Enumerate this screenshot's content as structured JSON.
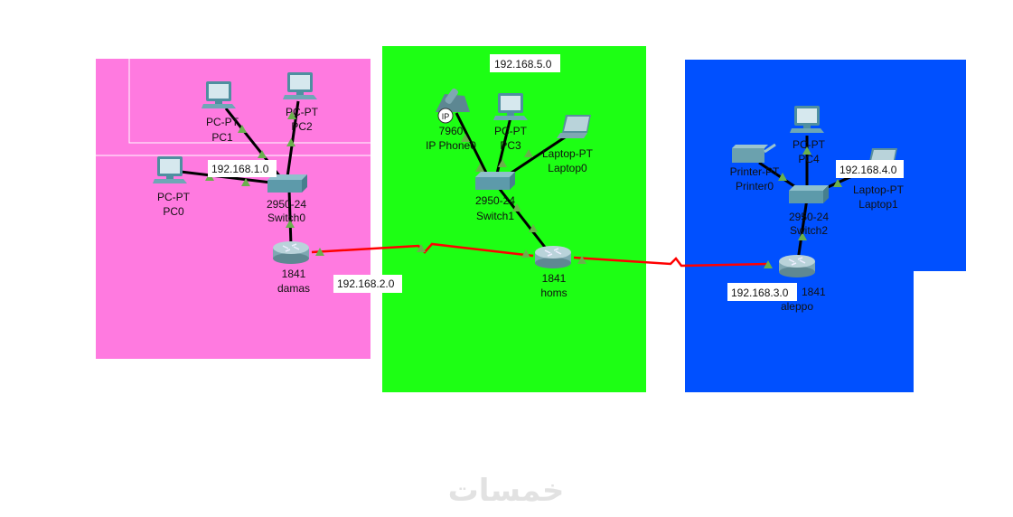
{
  "colors": {
    "zone_damas": "#ff7ae0",
    "zone_homs": "#1dff14",
    "zone_aleppo": "#0050ff",
    "serial_link": "#ff0000",
    "ethernet_link": "#000000",
    "port_up": "#6ab04c"
  },
  "notes": {
    "net1": "192.168.1.0",
    "net2": "192.168.2.0",
    "net3": "192.168.3.0",
    "net4": "192.168.4.0",
    "net5": "192.168.5.0"
  },
  "devices": {
    "pc0": {
      "model": "PC-PT",
      "name": "PC0",
      "icon": "pc-icon"
    },
    "pc1": {
      "model": "PC-PT",
      "name": "PC1",
      "icon": "pc-icon"
    },
    "pc2": {
      "model": "PC-PT",
      "name": "PC2",
      "icon": "pc-icon"
    },
    "switch0": {
      "model": "2950-24",
      "name": "Switch0",
      "icon": "switch-icon"
    },
    "damas": {
      "model": "1841",
      "name": "damas",
      "icon": "router-icon"
    },
    "phone0": {
      "model": "7960",
      "name": "IP Phone0",
      "icon": "ip-phone-icon",
      "badge": "IP"
    },
    "pc3": {
      "model": "PC-PT",
      "name": "PC3",
      "icon": "pc-icon"
    },
    "laptop0": {
      "model": "Laptop-PT",
      "name": "Laptop0",
      "icon": "laptop-icon"
    },
    "switch1": {
      "model": "2950-24",
      "name": "Switch1",
      "icon": "switch-icon"
    },
    "homs": {
      "model": "1841",
      "name": "homs",
      "icon": "router-icon"
    },
    "printer0": {
      "model": "Printer-PT",
      "name": "Printer0",
      "icon": "printer-icon"
    },
    "pc4": {
      "model": "PC-PT",
      "name": "PC4",
      "icon": "pc-icon"
    },
    "laptop1": {
      "model": "Laptop-PT",
      "name": "Laptop1",
      "icon": "laptop-icon"
    },
    "switch2": {
      "model": "2950-24",
      "name": "Switch2",
      "icon": "switch-icon"
    },
    "aleppo": {
      "model": "1841",
      "name": "aleppo",
      "icon": "router-icon"
    }
  },
  "watermark": "خمسات"
}
